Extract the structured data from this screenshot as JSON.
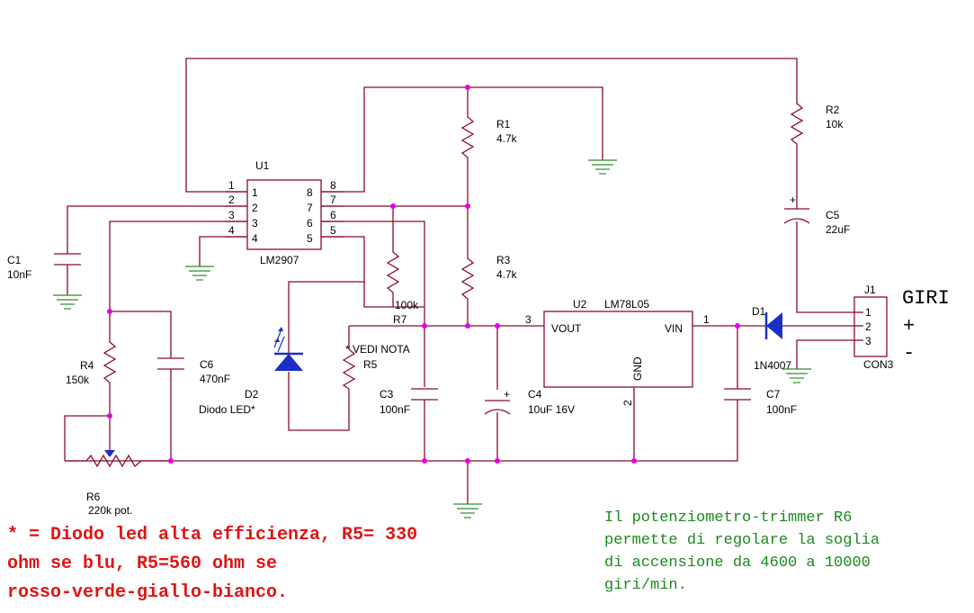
{
  "colors": {
    "wire": "#8b0a2c",
    "junction": "#e600e6",
    "ground": "#2e8b2e",
    "diode": "#1a2ec8",
    "red_note": "#e01414",
    "green_note": "#1a8a1a"
  },
  "components": {
    "u1": {
      "ref": "U1",
      "part": "LM2907",
      "left_pins": [
        "1",
        "2",
        "3",
        "4"
      ],
      "right_pins": [
        "8",
        "7",
        "6",
        "5"
      ]
    },
    "u2": {
      "ref": "U2",
      "part": "LM78L05",
      "vout": "VOUT",
      "vin": "VIN",
      "gnd": "GND",
      "pin_vout": "3",
      "pin_vin": "1",
      "pin_gnd": "2"
    },
    "c1": {
      "ref": "C1",
      "value": "10nF"
    },
    "r1": {
      "ref": "R1",
      "value": "4.7k"
    },
    "r2": {
      "ref": "R2",
      "value": "10k"
    },
    "r3": {
      "ref": "R3",
      "value": "4.7k"
    },
    "r4": {
      "ref": "R4",
      "value": "150k"
    },
    "c5": {
      "ref": "C5",
      "value": "22uF"
    },
    "c6": {
      "ref": "C6",
      "value": "470nF"
    },
    "r7": {
      "ref": "R7",
      "value": "100k"
    },
    "r5": {
      "ref": "R5",
      "value": "* VEDI NOTA"
    },
    "d2": {
      "ref": "D2",
      "value": "Diodo LED*"
    },
    "c3": {
      "ref": "C3",
      "value": "100nF"
    },
    "c4": {
      "ref": "C4",
      "value": "10uF 16V"
    },
    "c7": {
      "ref": "C7",
      "value": "100nF"
    },
    "d1": {
      "ref": "D1",
      "value": "1N4007"
    },
    "r6": {
      "ref": "R6",
      "value": "220k pot."
    },
    "j1": {
      "ref": "J1",
      "value": "CON3",
      "pins": [
        "1",
        "2",
        "3"
      ]
    }
  },
  "connector_labels": {
    "title": "GIRI",
    "plus": "+",
    "minus": "-"
  },
  "notes": {
    "red": "* = Diodo led alta efficienza, R5= 330\nohm se blu, R5=560 ohm se\nrosso-verde-giallo-bianco.",
    "green": "Il potenziometro-trimmer R6\npermette di regolare la soglia\ndi accensione da 4600 a 10000\ngiri/min."
  }
}
